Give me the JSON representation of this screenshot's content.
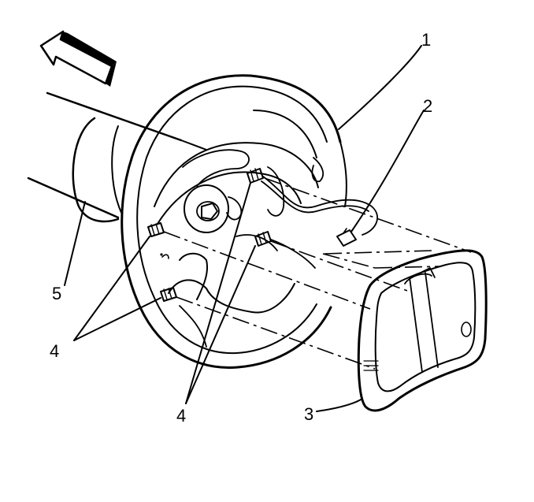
{
  "callouts": {
    "wheel": "1",
    "connector": "2",
    "cover": "3",
    "screws_left": "4",
    "screws_bottom": "4",
    "column": "5"
  }
}
